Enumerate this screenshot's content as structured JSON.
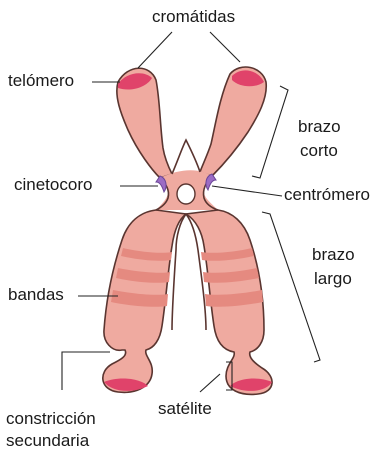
{
  "diagram": {
    "labels": {
      "cromatidas": "cromátidas",
      "telomero": "telómero",
      "brazo_corto_1": "brazo",
      "brazo_corto_2": "corto",
      "cinetocoro": "cinetocoro",
      "centromero": "centrómero",
      "brazo_largo_1": "brazo",
      "brazo_largo_2": "largo",
      "bandas": "bandas",
      "satelite": "satélite",
      "constriccion_1": "constricción",
      "constriccion_2": "secundaria"
    },
    "colors": {
      "body_fill": "#efaaa0",
      "band_fill": "#e58a80",
      "telomere_fill": "#e0436a",
      "kinetochore_fill": "#9b6cc4",
      "outline": "#5a3530",
      "leader_line": "#222222"
    }
  }
}
